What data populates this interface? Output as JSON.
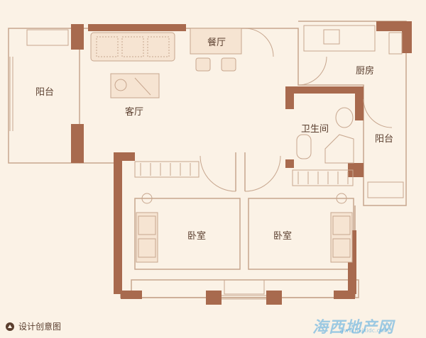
{
  "rooms": {
    "balcony_left": "阳台",
    "living_room": "客厅",
    "dining_room": "餐厅",
    "kitchen": "厨房",
    "bathroom": "卫生间",
    "balcony_right": "阳台",
    "bedroom_left": "卧室",
    "bedroom_right": "卧室"
  },
  "caption": "设计创意图",
  "watermark": {
    "text": "海西地产网",
    "url": "www.haixidc.com"
  },
  "colors": {
    "wall": "#a86a4e",
    "line": "#c7a68e",
    "text": "#5a3e2e",
    "background": "#fbf2e6"
  }
}
